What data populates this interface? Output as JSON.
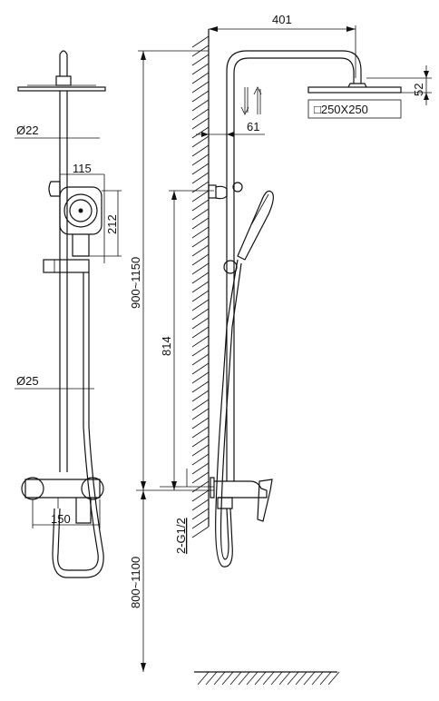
{
  "dimensions": {
    "top_width": "401",
    "head_height": "52",
    "head_size": "□250X250",
    "wall_offset": "61",
    "handset_width": "115",
    "handset_height": "212",
    "pipe_top_diameter": "Ø22",
    "pipe_bottom_diameter": "Ø25",
    "mixer_width": "150",
    "total_height": "900~1150",
    "bracket_height": "814",
    "thread": "2-G1/2",
    "mount_height": "800~1100"
  },
  "icons": {
    "flow_arrows": "up-down-arrows-icon"
  }
}
